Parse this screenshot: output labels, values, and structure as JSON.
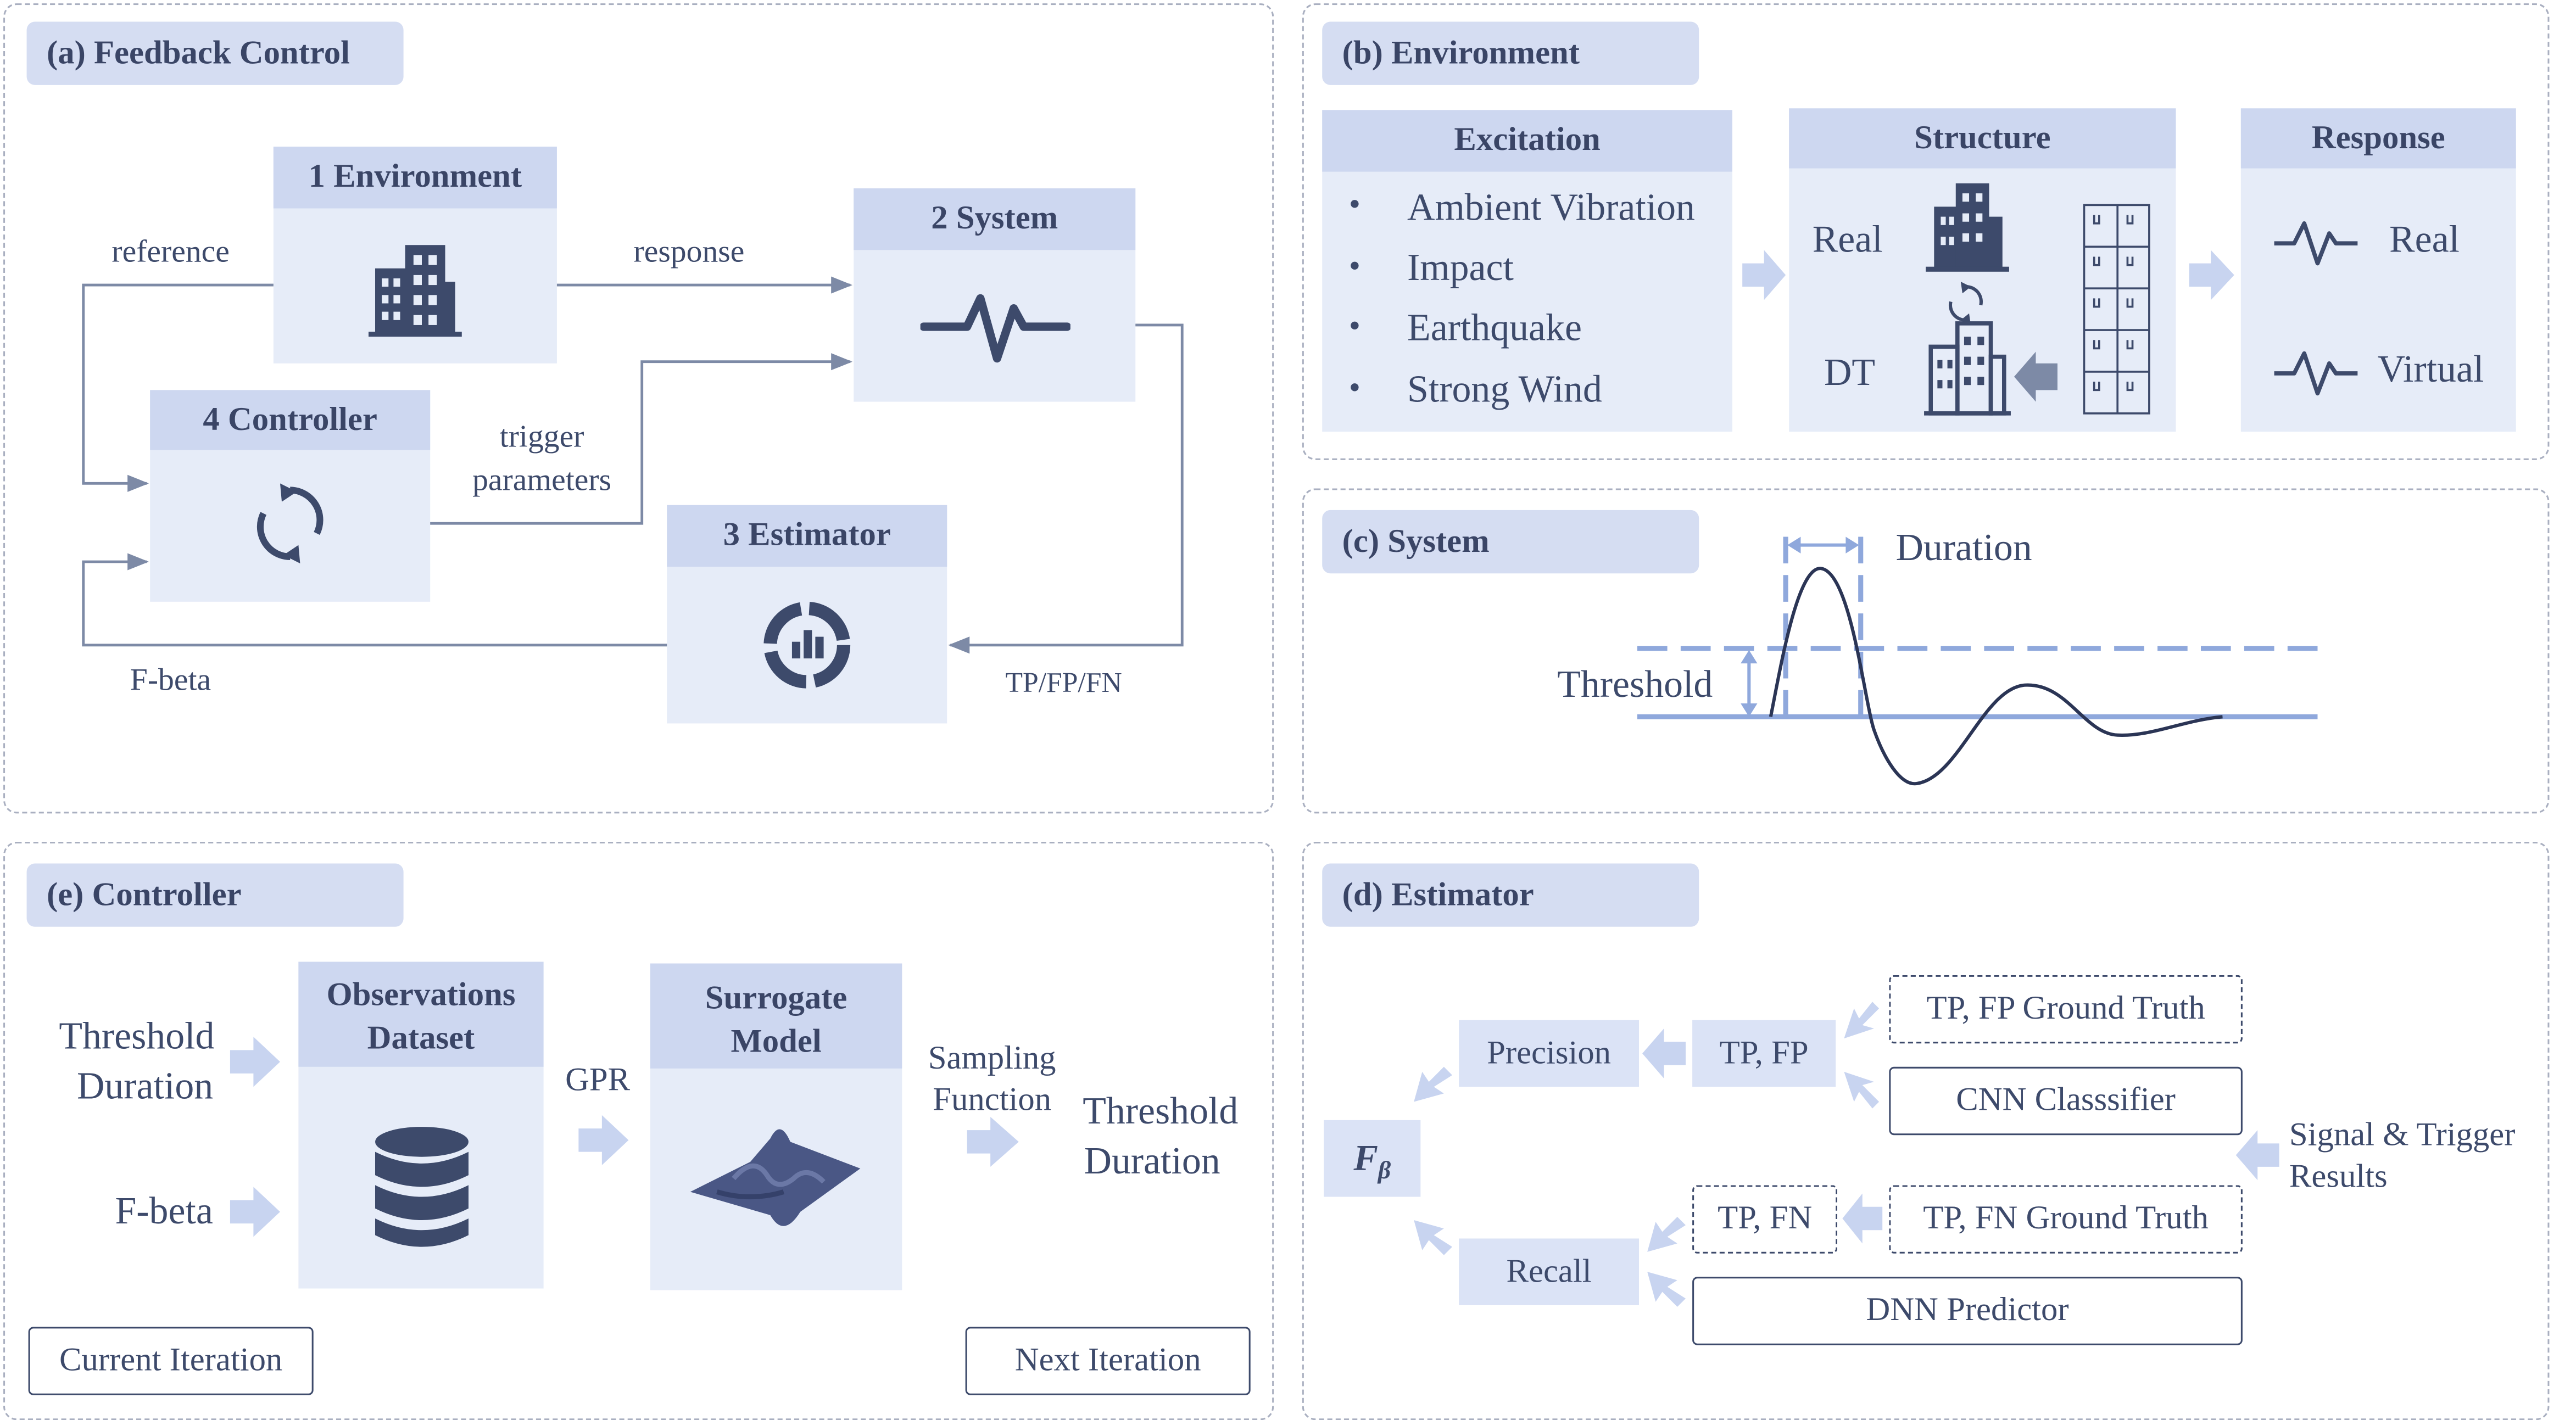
{
  "panel_a": {
    "title": "(a) Feedback Control",
    "environment": "1 Environment",
    "system": "2 System",
    "controller": "4 Controller",
    "estimator": "3 Estimator",
    "reference": "reference",
    "response": "response",
    "trigger": "trigger",
    "parameters": "parameters",
    "fbeta": "F-beta",
    "tpfpfn": "TP/FP/FN"
  },
  "panel_b": {
    "title": "(b) Environment",
    "excitation": "Excitation",
    "excitation_items": [
      "Ambient Vibration",
      "Impact",
      "Earthquake",
      "Strong Wind"
    ],
    "structure": "Structure",
    "real": "Real",
    "dt": "DT",
    "response": "Response",
    "response_real": "Real",
    "response_virtual": "Virtual"
  },
  "panel_c": {
    "title": "(c) System",
    "duration": "Duration",
    "threshold": "Threshold"
  },
  "panel_d": {
    "title": "(d) Estimator",
    "tpfp_gt": "TP, FP Ground Truth",
    "cnn": "CNN Classsifier",
    "precision": "Precision",
    "tpfp": "TP, FP",
    "fbeta_symbol": "F",
    "fbeta_sub": "β",
    "signal_trigger_1": "Signal & Trigger",
    "signal_trigger_2": "Results",
    "recall": "Recall",
    "tpfn": "TP, FN",
    "tpfn_gt": "TP, FN Ground Truth",
    "dnn": "DNN Predictor"
  },
  "panel_e": {
    "title": "(e) Controller",
    "threshold_in": "Threshold",
    "duration_in": "Duration",
    "fbeta_in": "F-beta",
    "obs_1": "Observations",
    "obs_2": "Dataset",
    "gpr": "GPR",
    "surrogate_1": "Surrogate",
    "surrogate_2": "Model",
    "sampling_1": "Sampling",
    "sampling_2": "Function",
    "threshold_out": "Threshold",
    "duration_out": "Duration",
    "current_iteration": "Current Iteration",
    "next_iteration": "Next Iteration"
  },
  "colors": {
    "dark": "#3d4a6b",
    "header": "#cdd7f0",
    "box": "#e6ecf8",
    "arrow_light": "#c8d4f0",
    "line": "#7d8aa6",
    "threshold_line": "#8fa8dc"
  },
  "icons": [
    "building-icon",
    "pulse-icon",
    "refresh-icon",
    "donut-chart-icon",
    "database-icon",
    "surface-plot-icon",
    "structure-frame-icon"
  ]
}
